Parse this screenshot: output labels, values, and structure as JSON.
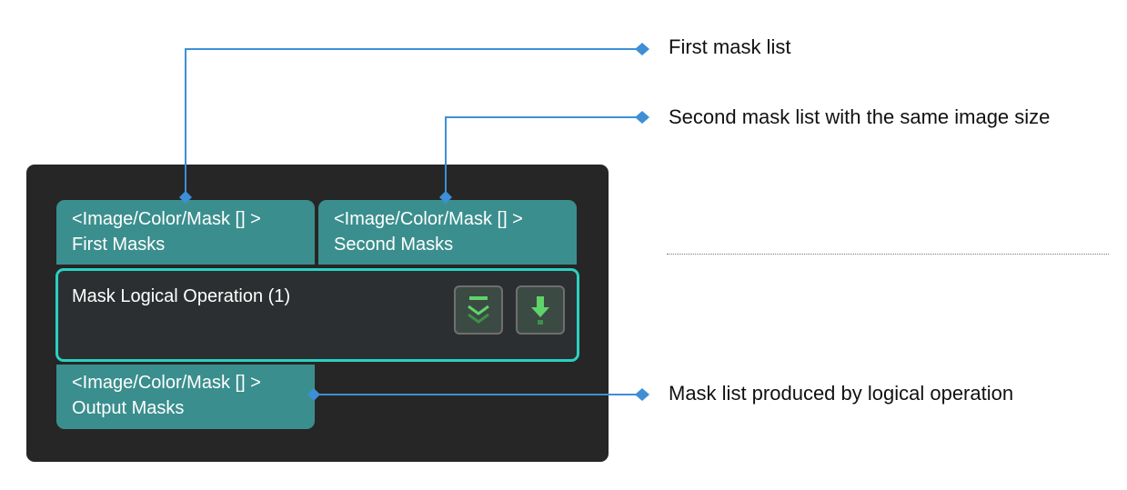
{
  "node": {
    "title": "Mask Logical Operation (1)",
    "inputs": [
      {
        "type": "<Image/Color/Mask [] >",
        "name": "First Masks"
      },
      {
        "type": "<Image/Color/Mask [] >",
        "name": "Second Masks"
      }
    ],
    "output": {
      "type": "<Image/Color/Mask [] >",
      "name": "Output Masks"
    },
    "buttons": {
      "collapse_icon": "double-chevron-down-icon",
      "download_icon": "arrow-down-icon"
    }
  },
  "annotations": [
    {
      "text": "First mask list"
    },
    {
      "text": "Second mask list with the same image size"
    },
    {
      "text": "Mask list produced by logical operation"
    }
  ],
  "colors": {
    "panel_bg": "#262626",
    "port_bg": "#3b8e8e",
    "node_border": "#2ad1c1",
    "connector": "#3d8fd6",
    "button_icon": "#5fd36a"
  }
}
